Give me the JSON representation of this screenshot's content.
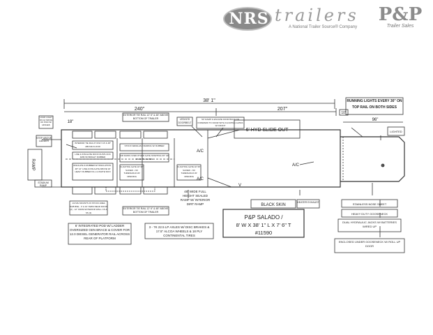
{
  "logo": {
    "nrs": "NRS",
    "trailers": "trailers",
    "tagline": "A National Trailer Source® Company",
    "pp": "P&P",
    "pp_sub": "Trailer Sales"
  },
  "dims": {
    "overall_length": "38' 1\"",
    "left_240": "240\"",
    "right_207": "207\"",
    "ten": "10\"",
    "eighteen": "18\"",
    "ninety_six": "96\""
  },
  "labels": {
    "running_lights": "RUNNING LIGHTS EVERY 30\" ON TOP RAIL ON BOTH SIDES",
    "hyd_slide": "6' HYD SLIDE OUT",
    "lighted": "LIGHTED",
    "ramp": "RAMP",
    "ac": "A/C",
    "v": "V",
    "black_skin": "BLACK SKIN",
    "stainless_nose": "STAINLESS NOSE SHEET",
    "heavy_duty_gn": "HEAVY DUTY GOOSENECK",
    "dual_jacks": "DUAL HYDRAULIC JACKS W/ BATTERIES WIRED UP",
    "enclosed_gn": "ENCLOSED UNDER GOOSENECK W/ ROLL UP DOOR",
    "sealed_ramp": "48\" WIDE FULL HEIGHT SEALED RAMP W/ INTERIOR DIRT RAMP",
    "pod_ladder": "6' INTEGRATED POD W/ LADDER OVERSIZED GEN BRACE & COVER FOR 12.0 DIESEL GENERATOR RAIL ACROSS REAR OF PLATFORM",
    "axles": "3 - 7K 22.5 LP AXLES W/ DISC BRAKES & 17.5\" ALCOA WHEELS & 18 PLY CONTINENTAL TIRES",
    "title_line1": "P&P SALADO /",
    "title_line2": "8' W X 38' 1\" L X 7' 6\" T",
    "title_line3": "#11590",
    "load_light": "LOAD LIGHT ON HI MKNG OF POD W/ HINGES",
    "step": "STEP ABOVE LADDER",
    "stadium": "STADIUM RAMP",
    "ext_top": "EXTERIOR TIE RAIL 12' 6\" & 48\" ABOVE BOTTOM OF TRAILER",
    "ext_bottom": "EXTERIOR TIE RAIL 12' 6\" & 48\" ABOVE BOTTOM OF TRAILER",
    "led": "LED/LED DOORBELT",
    "ramp_escape": "50\" RAMP & ESCAPE DOOR BACK ON FORWARD TO DOOR WITH FLOATING GATES W/ FRONT",
    "exhaust": "HEATER EXHAUST",
    "stall_notes": "1/2 MIL MOUNTS IN STOCK AREA SUB BSE - 3' & 10' SWIM REAR DOOR (2) - 12\" FROM EXTERIOR WALL CS & SS (2)",
    "interior_tie": "INTERIOR TIE RAIL 8' ONLY 16' & 48\" ABOVE FLOOR",
    "line_reinf": "LINE & INSULATE ROOF DUSTLOCK 4MM W/ BRIGHT RUBBER",
    "insulate_rubber": "INSULATE & RUBBER W/ INSULATION - 48\" 12\" LINE & INSULATE ABOVE W/ HEAVY RUBBER FILL & WHITE SKIN",
    "stock_wall": "STOCK WEWLAN FRAMING W/ RUBBER",
    "air_dams": "AIR DAMS OVER OTHER GATE STARTING 36\" UP ON BOTH GATES",
    "floating_gate1": "FLOATING GATE W/ 36\" SLIDER - NO THRESHOLD W/ OPENING",
    "floating_gate2": "FLOATING GATE W/ 36\" SLIDER - NO THRESHOLD W/ OPENING"
  }
}
